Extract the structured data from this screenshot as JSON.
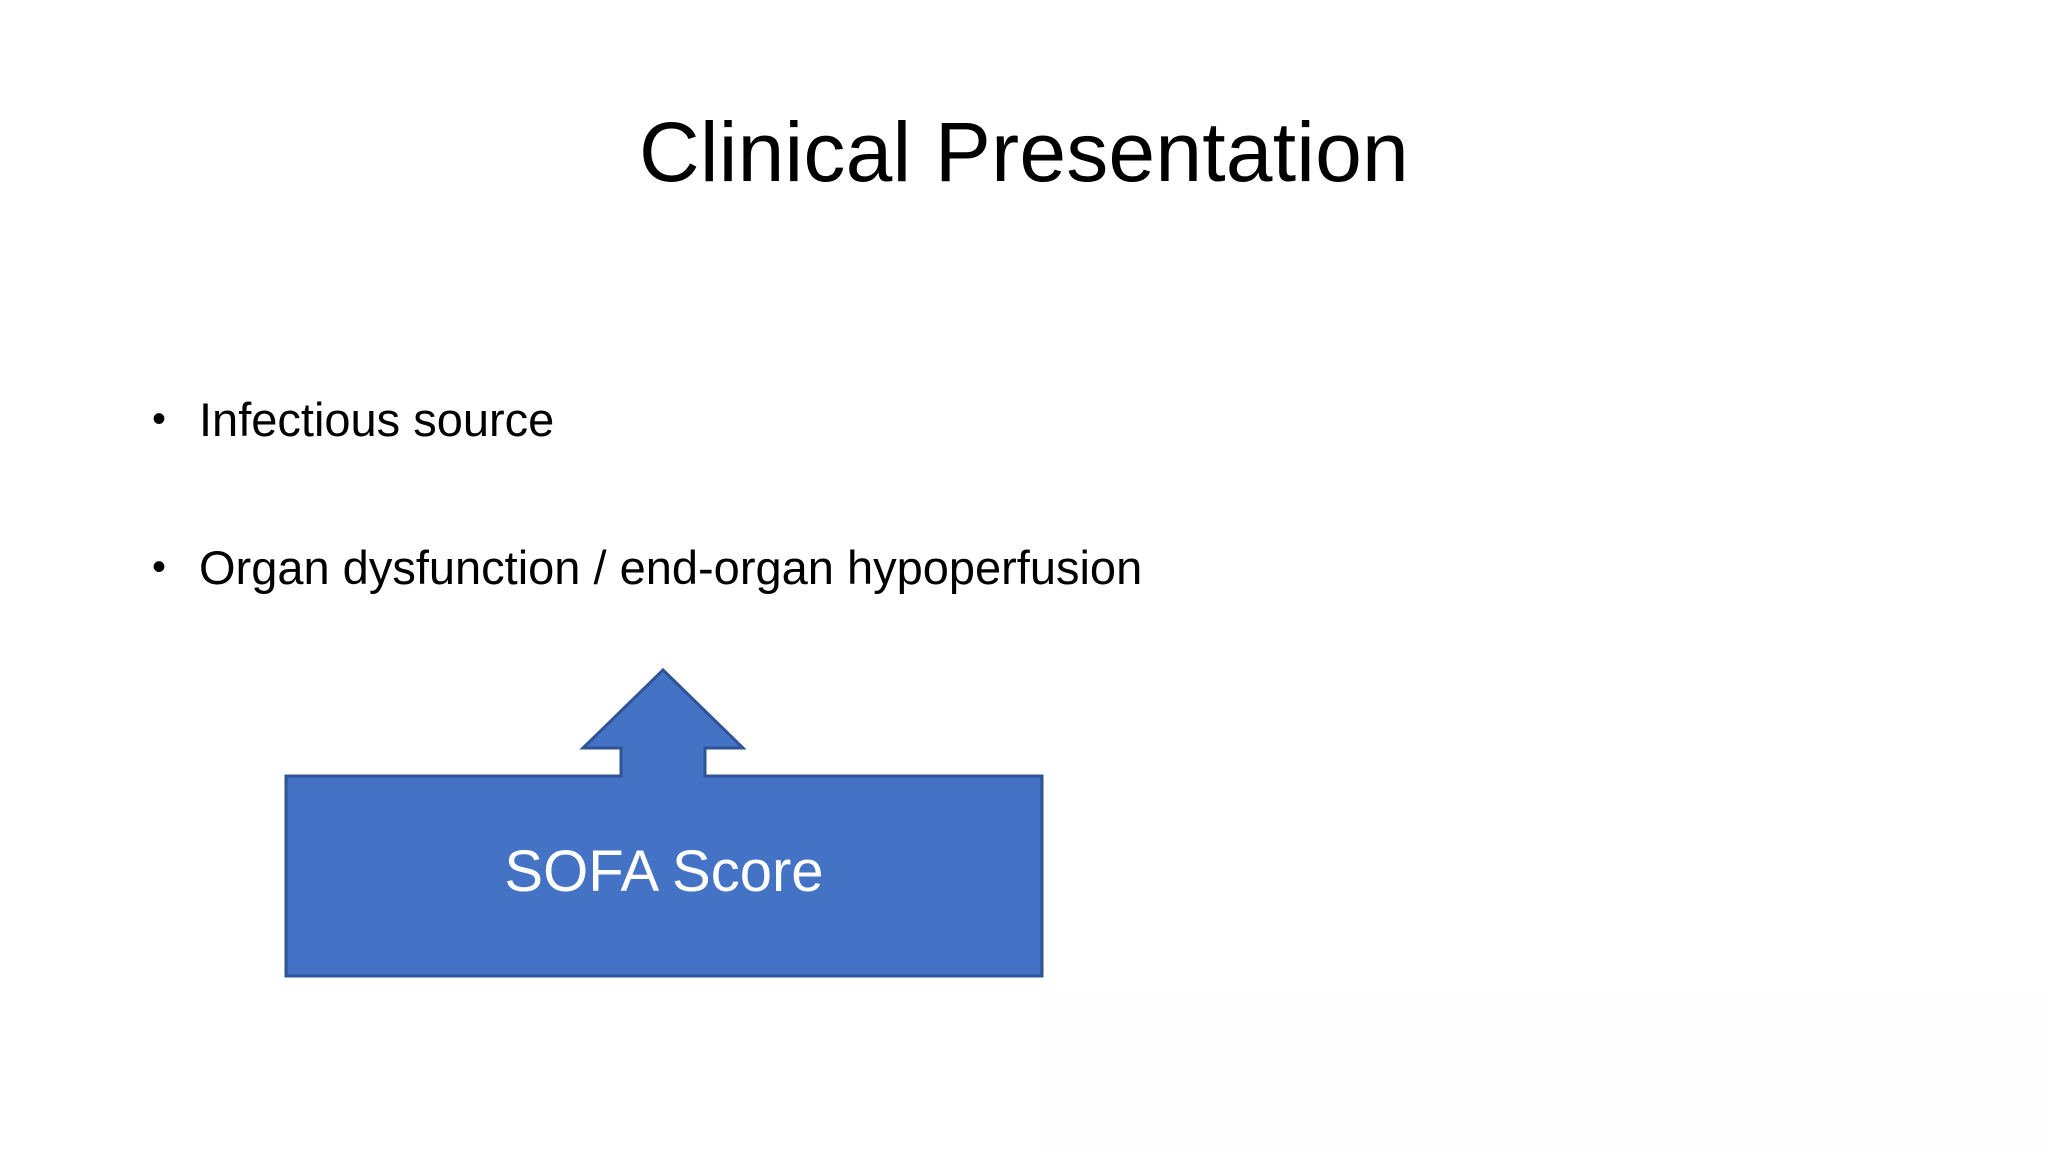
{
  "slide": {
    "title": "Clinical Presentation",
    "background_color": "#ffffff",
    "text_color": "#000000"
  },
  "bullets": {
    "marker": "•",
    "items": [
      {
        "text": "Infectious source"
      },
      {
        "text": "Organ dysfunction / end-organ hypoperfusion"
      }
    ]
  },
  "callout": {
    "label": "SOFA Score",
    "shape": "up-arrow-callout",
    "fill_color": "#4472C4",
    "border_color": "#2E5496",
    "label_color": "#FFFFFF"
  }
}
